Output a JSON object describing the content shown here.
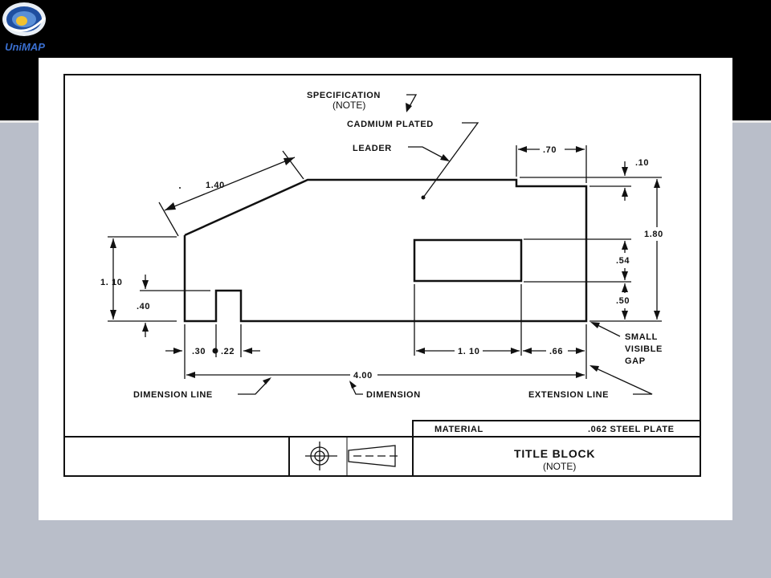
{
  "logo": {
    "text": "UniMAP"
  },
  "labels": {
    "specification": "SPECIFICATION",
    "spec_note": "(NOTE)",
    "cadmium": "CADMIUM PLATED",
    "leader": "LEADER",
    "dim_070": ".70",
    "dim_010": ".10",
    "dim_140": "1.40",
    "dim_180": "1.80",
    "dim_054": ".54",
    "dim_050": ".50",
    "dim_110_left": "1. 10",
    "dim_040": ".40",
    "dim_030": ".30",
    "dim_022": ".22",
    "dim_110_bottom": "1. 10",
    "dim_066": ".66",
    "dim_400": "4.00",
    "small": "SMALL",
    "visible": "VISIBLE",
    "gap": "GAP",
    "dimension_line": "DIMENSION LINE",
    "dimension": "DIMENSION",
    "extension_line": "EXTENSION LINE",
    "material": "MATERIAL",
    "material_value": ".062 STEEL PLATE",
    "title_block": "TITLE BLOCK",
    "title_note": "(NOTE)"
  }
}
